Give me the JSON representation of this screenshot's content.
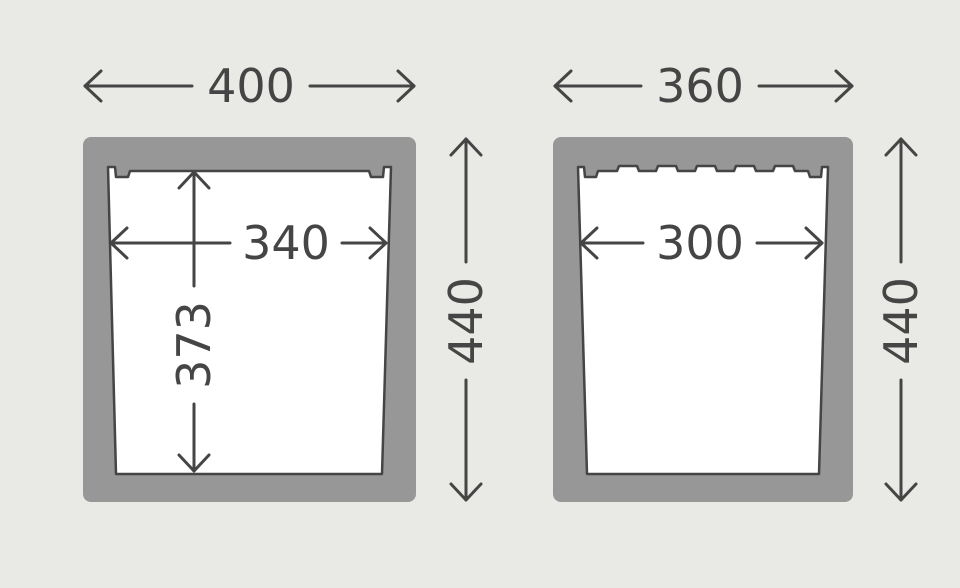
{
  "colors": {
    "background": "#e9e9e5",
    "frame": "#979797",
    "insert": "#ffffff",
    "line": "#454545"
  },
  "left_frame": {
    "outer_width": "400",
    "height": "440",
    "inner_width": "340",
    "inner_height": "373"
  },
  "right_frame": {
    "outer_width": "360",
    "height": "440",
    "inner_width": "300"
  }
}
